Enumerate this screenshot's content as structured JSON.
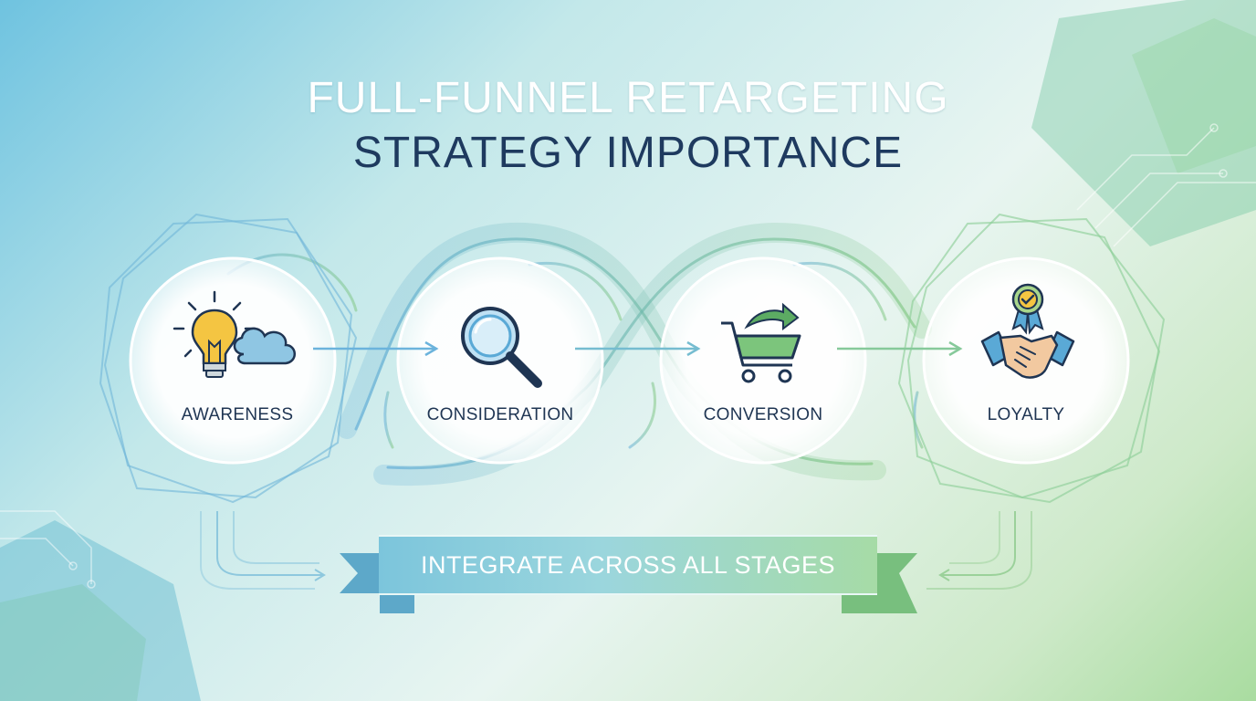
{
  "title": {
    "line1": "FULL-FUNNEL RETARGETING",
    "line2": "STRATEGY IMPORTANCE"
  },
  "stages": [
    {
      "label": "AWARENESS",
      "icon": "lightbulb-cloud-icon"
    },
    {
      "label": "CONSIDERATION",
      "icon": "magnifier-icon"
    },
    {
      "label": "CONVERSION",
      "icon": "shopping-cart-icon"
    },
    {
      "label": "LOYALTY",
      "icon": "handshake-award-icon"
    }
  ],
  "banner": {
    "text": "INTEGRATE ACROSS ALL STAGES"
  },
  "colors": {
    "title_primary": "#ffffff",
    "title_secondary": "#1e3a5f",
    "blue_accent": "#5aa9d6",
    "green_accent": "#7cc57c"
  }
}
